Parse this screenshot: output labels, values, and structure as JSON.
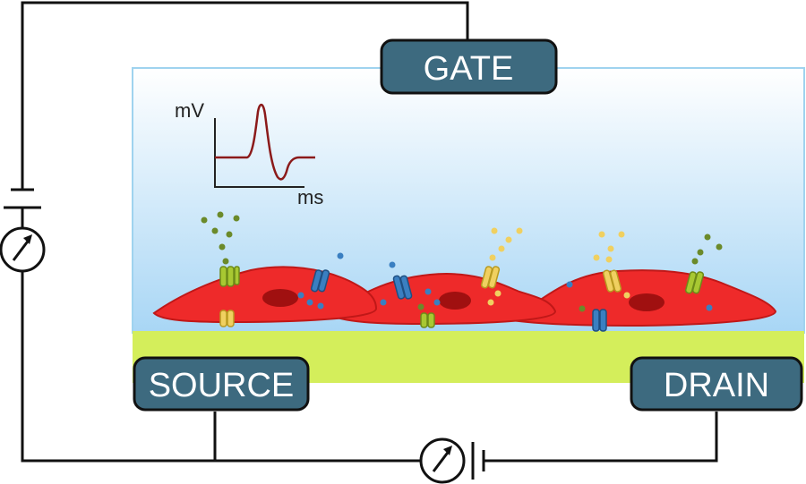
{
  "terminals": {
    "gate": "GATE",
    "source": "SOURCE",
    "drain": "DRAIN"
  },
  "inset_plot": {
    "y_axis_label": "mV",
    "x_axis_label": "ms",
    "trace_color": "#8b1a1a"
  },
  "colors": {
    "terminal_box": "#3d6a7f",
    "cell_body": "#ee2a2a",
    "nucleus": "#a01010",
    "substrate": "#d4ee5b",
    "electrolyte_top": "#ffffff",
    "electrolyte_bottom": "#a8d6f5",
    "channel_green": "#a8c832",
    "channel_blue": "#3a7fc1",
    "channel_yellow": "#f0d060"
  },
  "icons": [
    "ammeter-icon",
    "battery-icon"
  ]
}
